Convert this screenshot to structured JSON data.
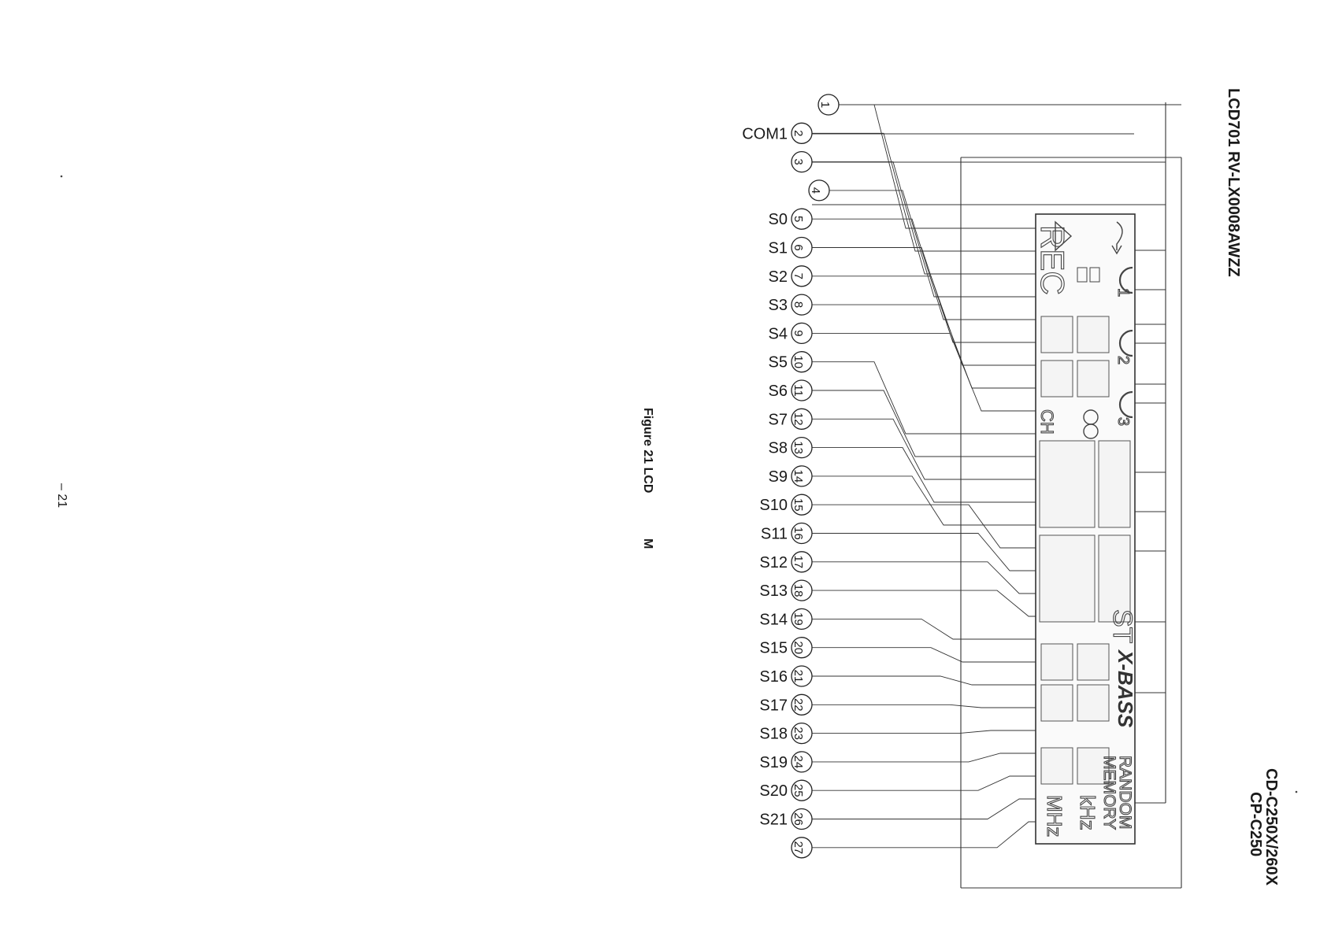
{
  "header": {
    "part_title": "LCD701 RV-LX0008AWZZ",
    "model_line1": "CD-C250X/260X",
    "model_line2": "CP-C250"
  },
  "figure": {
    "caption": "Figure 21 LCD",
    "caption_tail": "M"
  },
  "page_number": "– 21",
  "pins": [
    {
      "num": "1",
      "label": ""
    },
    {
      "num": "2",
      "label": "COM1"
    },
    {
      "num": "3",
      "label": ""
    },
    {
      "num": "4",
      "label": ""
    },
    {
      "num": "5",
      "label": "S0"
    },
    {
      "num": "6",
      "label": "S1"
    },
    {
      "num": "7",
      "label": "S2"
    },
    {
      "num": "8",
      "label": "S3"
    },
    {
      "num": "9",
      "label": "S4"
    },
    {
      "num": "10",
      "label": "S5"
    },
    {
      "num": "11",
      "label": "S6"
    },
    {
      "num": "12",
      "label": "S7"
    },
    {
      "num": "13",
      "label": "S8"
    },
    {
      "num": "14",
      "label": "S9"
    },
    {
      "num": "15",
      "label": "S10"
    },
    {
      "num": "16",
      "label": "S11"
    },
    {
      "num": "17",
      "label": "S12"
    },
    {
      "num": "18",
      "label": "S13"
    },
    {
      "num": "19",
      "label": "S14"
    },
    {
      "num": "20",
      "label": "S15"
    },
    {
      "num": "21",
      "label": "S16"
    },
    {
      "num": "22",
      "label": "S17"
    },
    {
      "num": "23",
      "label": "S18"
    },
    {
      "num": "24",
      "label": "S19"
    },
    {
      "num": "25",
      "label": "S20"
    },
    {
      "num": "26",
      "label": "S21"
    },
    {
      "num": "27",
      "label": ""
    }
  ],
  "lcd_legends": {
    "rec": "REC",
    "ch": "CH",
    "c1": "1",
    "c2": "2",
    "c3": "3",
    "st": "ST",
    "xbass": "X-BASS",
    "random": "RANDOM",
    "memory": "MEMORY",
    "khz": "kHz",
    "mhz": "MHz"
  }
}
